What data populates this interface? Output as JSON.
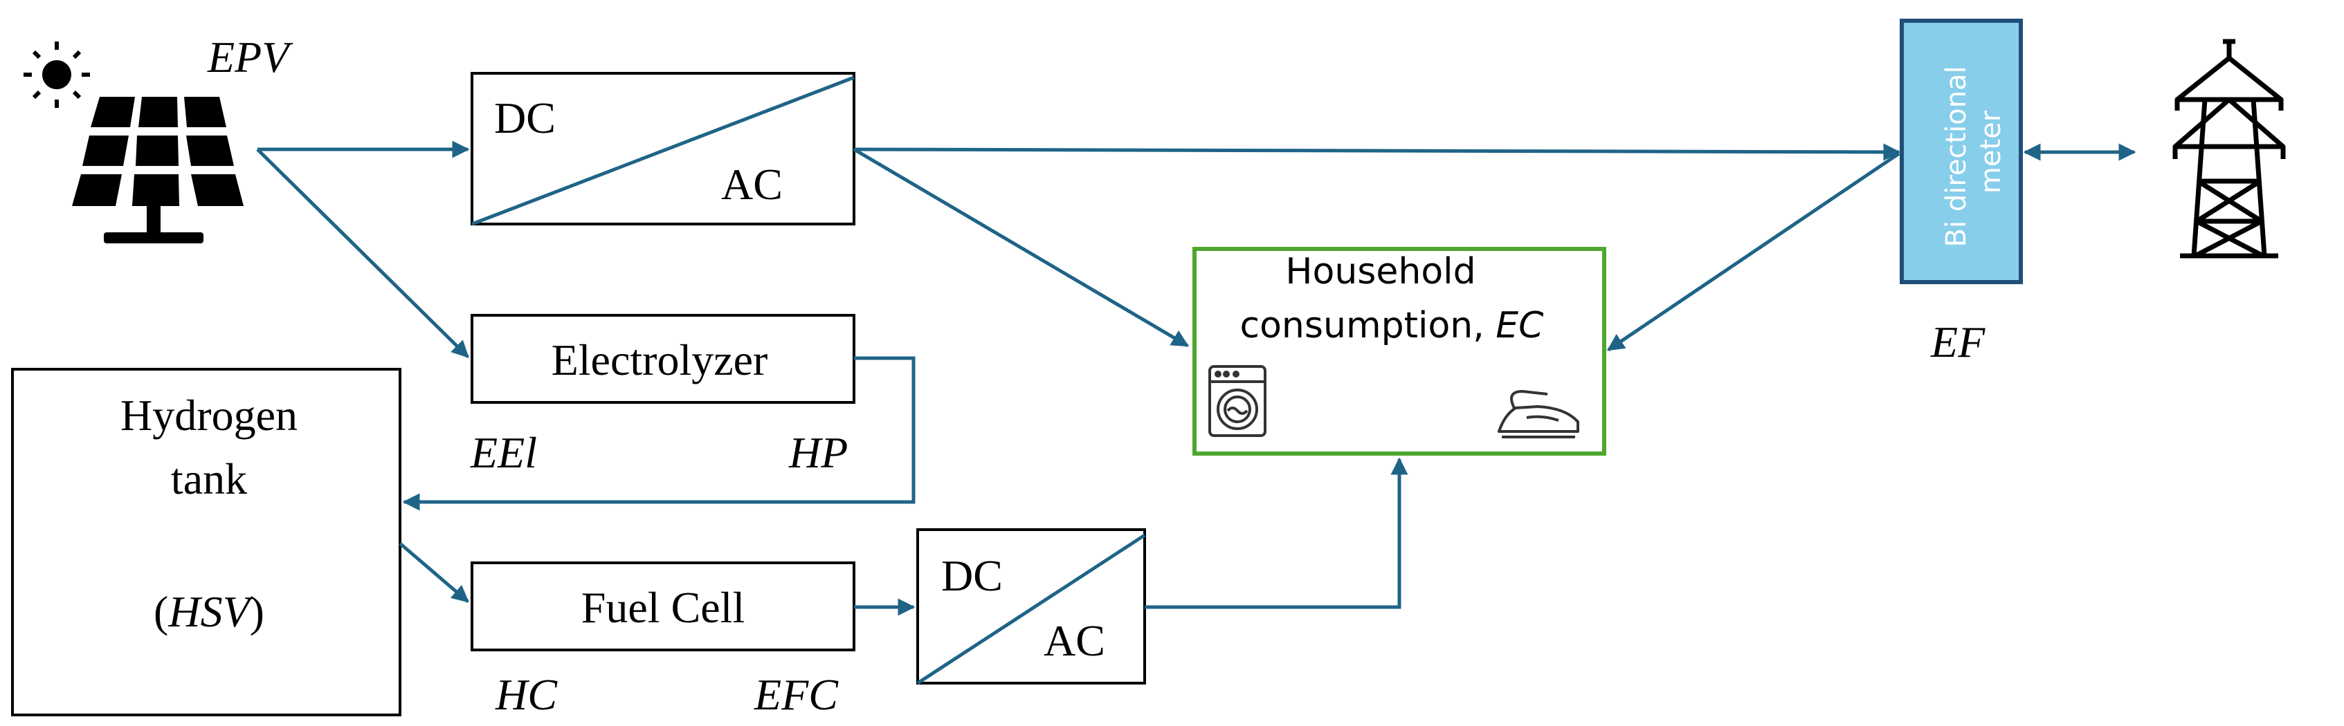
{
  "labels": {
    "epv": "EPV",
    "dc_top": "DC",
    "ac_top": "AC",
    "meter": [
      "Bi directional",
      "meter"
    ],
    "ef": "EF",
    "household_line1": "Household",
    "household_line2_prefix": "consumption, ",
    "household_line2_var": "EC",
    "electrolyzer": "Electrolyzer",
    "eel": "EEl",
    "hp": "HP",
    "hydrogen_line1": "Hydrogen",
    "hydrogen_line2": "tank",
    "hsv_open": "(",
    "hsv_var": "HSV",
    "hsv_close": ")",
    "fuel_cell": "Fuel Cell",
    "hc": "HC",
    "efc": "EFC",
    "dc_bottom": "DC",
    "ac_bottom": "AC"
  },
  "icons": [
    "sun-icon",
    "solar-panel-icon",
    "power-tower-icon",
    "washing-machine-icon",
    "iron-icon"
  ],
  "colors": {
    "arrow": "#1f6487",
    "meter_fill": "#87ceeb",
    "meter_stroke": "#1f4e79",
    "household_border": "#4ea72e"
  }
}
